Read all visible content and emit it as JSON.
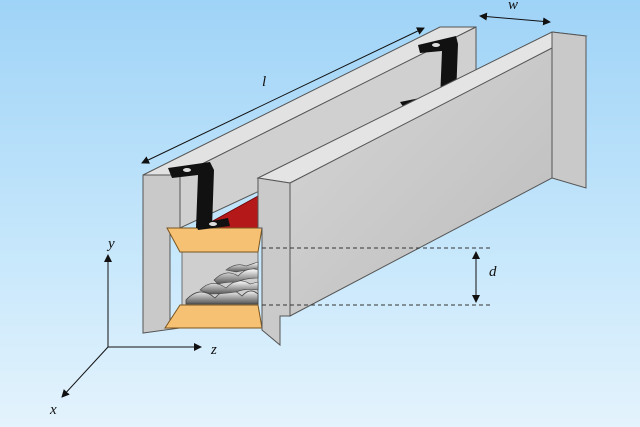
{
  "labels": {
    "length": "l",
    "width": "w",
    "depth": "d",
    "axis_x": "x",
    "axis_y": "y",
    "axis_z": "z"
  },
  "colors": {
    "background_top": "#9fd3f7",
    "background_bottom": "#e4f3fd",
    "wall_face": "#c8c8c8",
    "wall_edge": "#555555",
    "wall_top": "#dcdcdc",
    "channel_floor": "#b01818",
    "substrate": "#f5c070",
    "post": "#111111",
    "dashed_guide": "#333333"
  },
  "icons": {
    "support_post": "black-mounting-bracket",
    "arrow": "double-headed-dimension-arrow"
  }
}
